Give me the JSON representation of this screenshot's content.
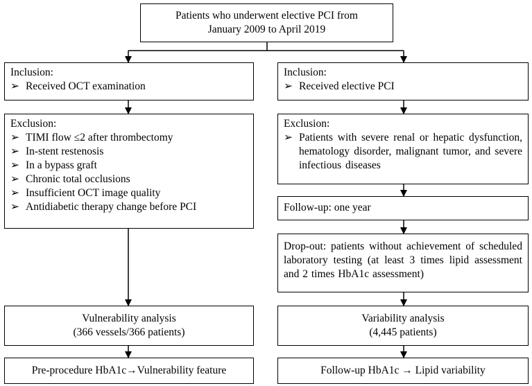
{
  "top": {
    "lines": [
      "Patients who underwent elective PCI from",
      "January 2009 to April 2019"
    ]
  },
  "left": {
    "inclusion": {
      "title": "Inclusion:",
      "items": [
        "Received OCT examination"
      ]
    },
    "exclusion": {
      "title": "Exclusion:",
      "items": [
        "TIMI flow ≤2 after thrombectomy",
        "In-stent restenosis",
        "In a bypass graft",
        "Chronic total occlusions",
        "Insufficient OCT image quality",
        "Antidiabetic therapy change before PCI"
      ]
    },
    "analysis": {
      "lines": [
        "Vulnerability analysis",
        "(366 vessels/366 patients)"
      ]
    },
    "outcome": "Pre-procedure HbA1c→Vulnerability feature"
  },
  "right": {
    "inclusion": {
      "title": "Inclusion:",
      "items": [
        "Received elective PCI"
      ]
    },
    "exclusion": {
      "title": "Exclusion:",
      "items": [
        "Patients with severe renal or hepatic dysfunction, hematology disorder, malignant tumor, and severe infectious diseases"
      ]
    },
    "followup": "Follow-up: one year",
    "dropout": "Drop-out: patients without achievement of scheduled laboratory testing (at least 3 times lipid assessment and 2 times HbA1c assessment)",
    "analysis": {
      "lines": [
        "Variability analysis",
        "(4,445 patients)"
      ]
    },
    "outcome": "Follow-up HbA1c → Lipid variability"
  },
  "bullet_glyph": "➢"
}
